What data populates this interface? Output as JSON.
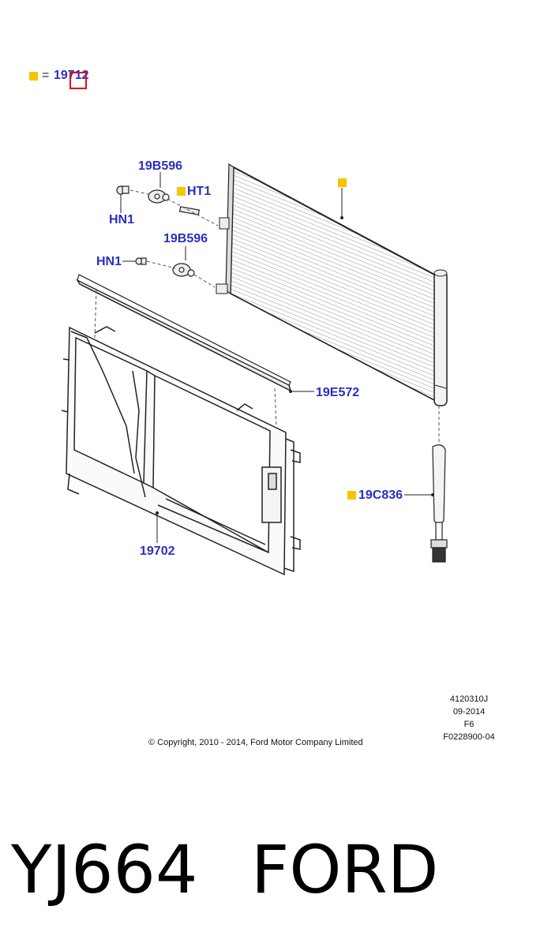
{
  "legend": {
    "equals": "=",
    "part": "19712",
    "marker_color": "#f7c400"
  },
  "callouts": {
    "p19b596_top": "19B596",
    "ht1": "HT1",
    "hn1_top": "HN1",
    "p19b596_mid": "19B596",
    "hn1_mid": "HN1",
    "p19e572": "19E572",
    "p19c836": "19C836",
    "p19702": "19702"
  },
  "info": {
    "line1": "4120310J",
    "line2": "09-2014",
    "line3": "F6",
    "line4": "F0228900-04"
  },
  "copyright": "© Copyright, 2010 - 2014, Ford Motor Company Limited",
  "footer": {
    "code": "YJ664",
    "brand": "FORD"
  },
  "colors": {
    "callout": "#2a2fc0",
    "marker": "#f7c400",
    "highlight": "#e0101a"
  }
}
